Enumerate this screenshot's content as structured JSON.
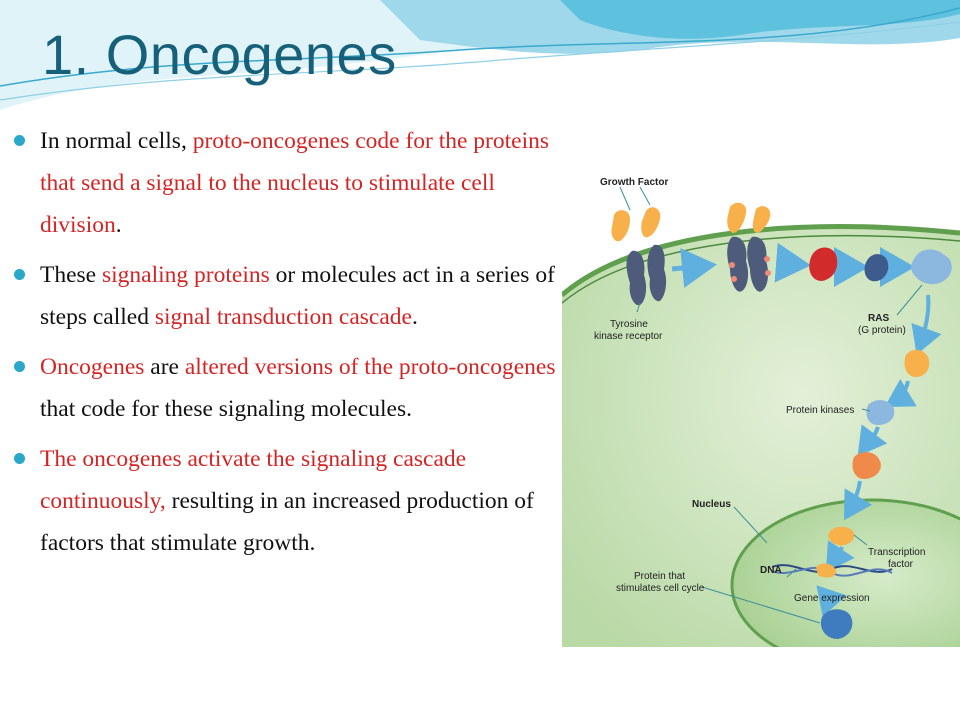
{
  "slide": {
    "title": "1. Oncogenes",
    "bullets": [
      {
        "parts": [
          {
            "text": "In normal cells, ",
            "style": "normal"
          },
          {
            "text": "proto-oncogenes code for the proteins that send a signal to the nucleus to stimulate cell division",
            "style": "red"
          },
          {
            "text": ".",
            "style": "normal"
          }
        ]
      },
      {
        "parts": [
          {
            "text": "These ",
            "style": "normal"
          },
          {
            "text": "signaling proteins",
            "style": "red"
          },
          {
            "text": " or molecules act in a series of steps called ",
            "style": "normal"
          },
          {
            "text": "signal transduction cascade",
            "style": "red"
          },
          {
            "text": ".",
            "style": "normal"
          }
        ]
      },
      {
        "parts": [
          {
            "text": "Oncogenes",
            "style": "red"
          },
          {
            "text": " are ",
            "style": "normal"
          },
          {
            "text": "altered versions of the proto-oncogenes",
            "style": "red"
          },
          {
            "text": " that code for these signaling molecules.",
            "style": "normal"
          }
        ]
      },
      {
        "parts": [
          {
            "text": "The oncogenes activate the signaling cascade continuously,",
            "style": "red"
          },
          {
            "text": " resulting in an increased production of factors that stimulate growth.",
            "style": "normal"
          }
        ]
      }
    ]
  },
  "figure": {
    "labels": {
      "growth_factor": "Growth Factor",
      "tyrosine_1": "Tyrosine",
      "tyrosine_2": "kinase receptor",
      "ras_1": "RAS",
      "ras_2": "(G protein)",
      "protein_kinases": "Protein kinases",
      "nucleus": "Nucleus",
      "transcription_1": "Transcription",
      "transcription_2": "factor",
      "dna": "DNA",
      "protein_that_1": "Protein that",
      "protein_that_2": "stimulates cell cycle",
      "gene_expression": "Gene expression"
    }
  },
  "colors": {
    "title": "#17607a",
    "highlight": "#d42424",
    "bullet_dot": "#2aa7c9",
    "cell_green": "#6fab63"
  }
}
